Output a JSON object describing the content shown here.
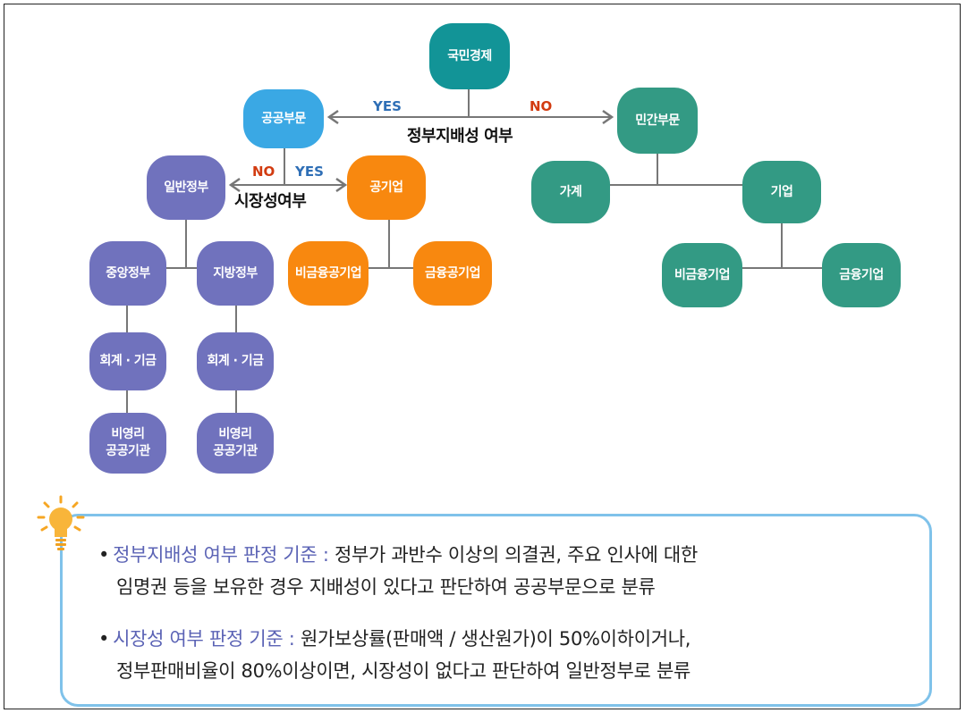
{
  "nodes": {
    "national_economy": "국민경제",
    "public_sector": "공공부문",
    "private_sector": "민간부문",
    "general_government": "일반정부",
    "public_enterprise": "공기업",
    "central_government": "중앙정부",
    "local_government": "지방정부",
    "non_financial_public_enterprise": "비금융공기업",
    "financial_public_enterprise": "금융공기업",
    "household": "가계",
    "enterprise": "기업",
    "non_financial_enterprise": "비금융기업",
    "financial_enterprise": "금융기업",
    "central_accounts_funds": "회계 · 기금",
    "local_accounts_funds": "회계 · 기금",
    "central_nonprofit": "비영리\n공공기관",
    "local_nonprofit": "비영리\n공공기관"
  },
  "edge_labels": {
    "top_yes": "YES",
    "top_no": "NO",
    "top_criterion": "정부지배성 여부",
    "mid_no": "NO",
    "mid_yes": "YES",
    "mid_criterion": "시장성여부"
  },
  "notes": [
    {
      "key": "정부지배성 여부 판정 기준 :",
      "text": " 정부가 과반수 이상의 의결권, 주요 인사에 대한",
      "text2": "임명권 등을 보유한 경우 지배성이 있다고 판단하여 공공부문으로 분류"
    },
    {
      "key": "시장성 여부 판정 기준 :",
      "text": " 원가보상률(판매액 / 생산원가)이 50%이하이거나,",
      "text2": "정부판매비율이 80%이상이면, 시장성이 없다고 판단하여 일반정부로 분류"
    }
  ],
  "colors": {
    "root": "#129497",
    "public": "#3aa8e4",
    "general_government": "#7072bd",
    "public_enterprise": "#f8880f",
    "private": "#339a84",
    "yes_label": "#2f6fb6",
    "no_label": "#d23b10",
    "note_border": "#7fc2ea",
    "note_key": "#5b63b5"
  },
  "icons": {
    "tip": "lightbulb-icon",
    "arrow": "double-arrow-icon"
  }
}
